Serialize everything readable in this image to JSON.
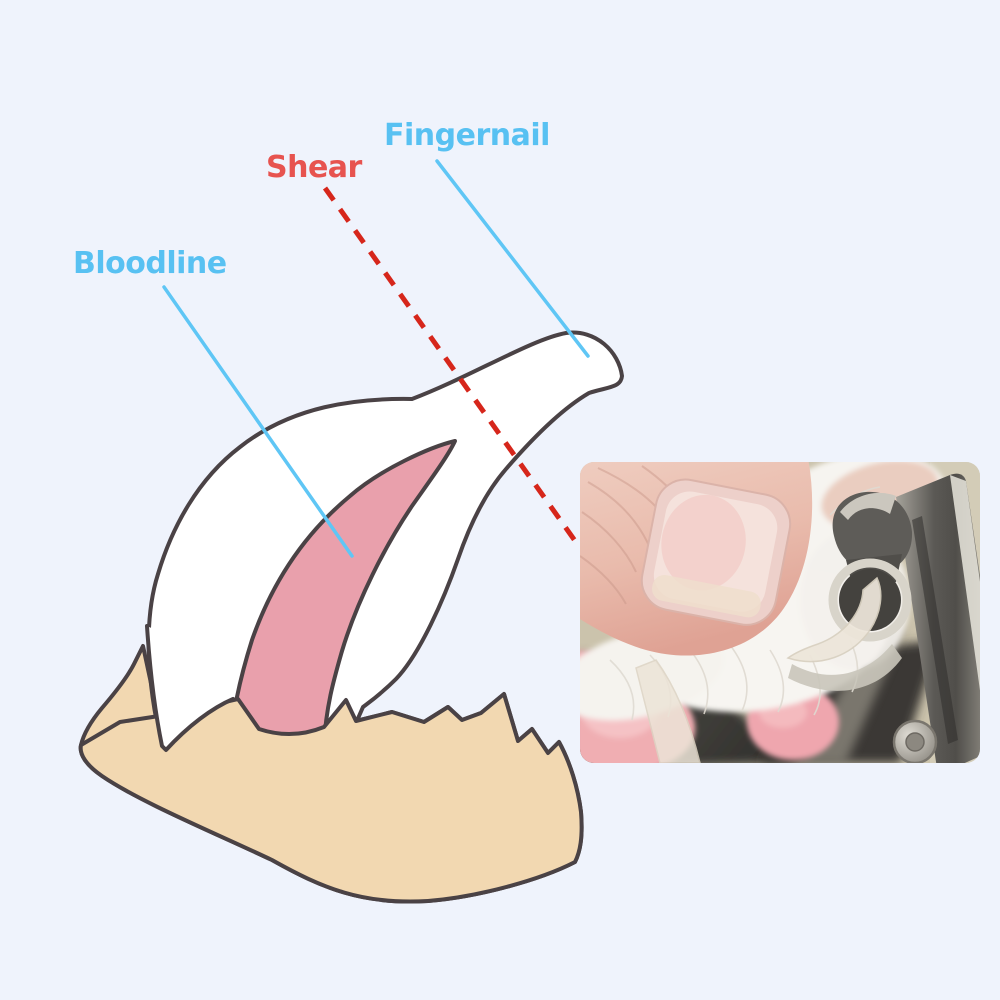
{
  "page": {
    "background": "#EFF3FC",
    "title": "Cat claw trimming diagram"
  },
  "diagram": {
    "labels": {
      "fingernail": {
        "text": "Fingernail",
        "color": "#58C1F2"
      },
      "shear": {
        "text": "Shear",
        "color": "#E7534F"
      },
      "bloodline": {
        "text": "Bloodline",
        "color": "#58C1F2"
      }
    },
    "colors": {
      "background": "#EFF3FC",
      "label_blue": "#58C1F2",
      "label_red": "#E7534F",
      "leader_blue": "#5FC6F5",
      "cut_line_red": "#D6261B",
      "outline": "#4A4245",
      "nail_white": "#FFFFFF",
      "quick_pink": "#E9A0AC",
      "fur_tan": "#F2D8B1"
    },
    "photo": {
      "description": "Close-up photo of a thumb holding a white cat paw while a scissor-style clipper trims the claw"
    }
  }
}
